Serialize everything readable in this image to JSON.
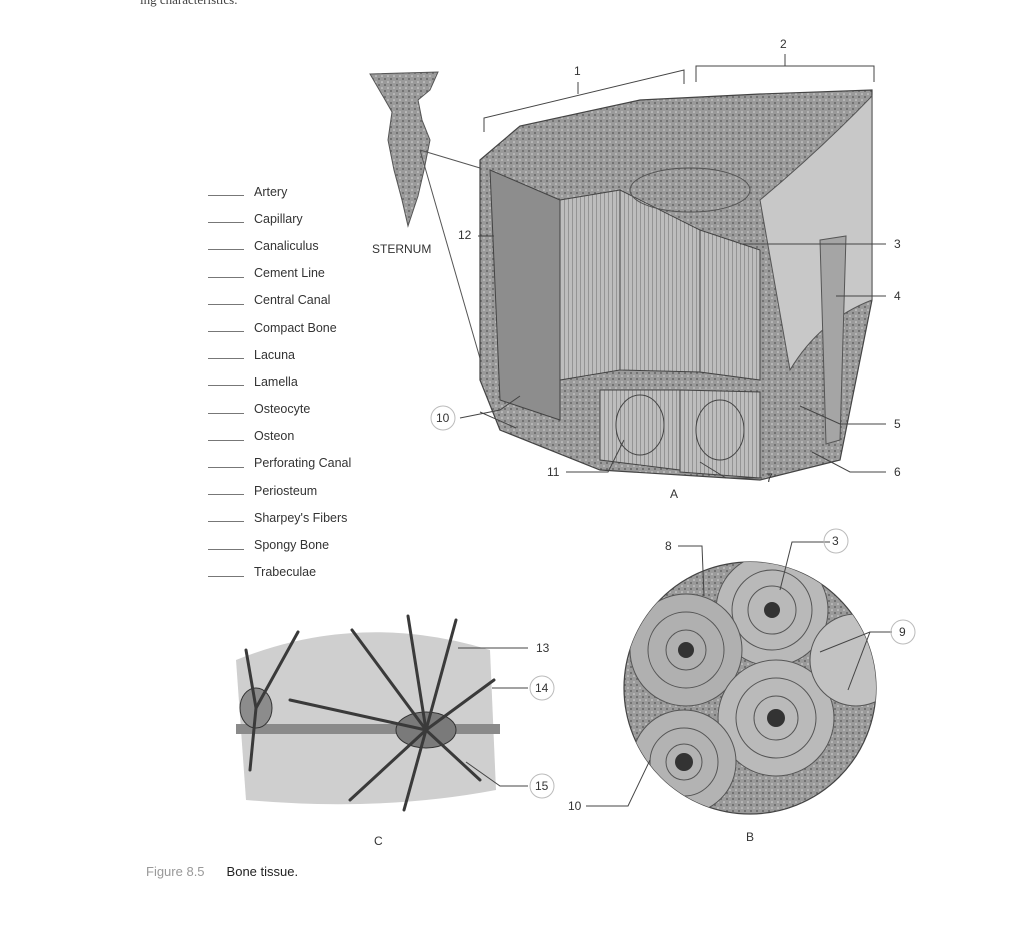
{
  "cutline": "ing characteristics.",
  "terms": [
    "Artery",
    "Capillary",
    "Canaliculus",
    "Cement Line",
    "Central Canal",
    "Compact Bone",
    "Lacuna",
    "Lamella",
    "Osteocyte",
    "Osteon",
    "Perforating Canal",
    "Periosteum",
    "Sharpey's Fibers",
    "Spongy Bone",
    "Trabeculae"
  ],
  "sternum_label": "STERNUM",
  "callouts": {
    "n1": "1",
    "n2": "2",
    "n3": "3",
    "n4": "4",
    "n5": "5",
    "n6": "6",
    "n7": "7",
    "n8": "8",
    "n9": "9",
    "n10": "10",
    "n11": "11",
    "n12": "12",
    "n13": "13",
    "n14": "14",
    "n15": "15"
  },
  "panels": {
    "a": "A",
    "b": "B",
    "c": "C"
  },
  "caption": {
    "figure": "Figure 8.5",
    "text": "Bone tissue."
  }
}
